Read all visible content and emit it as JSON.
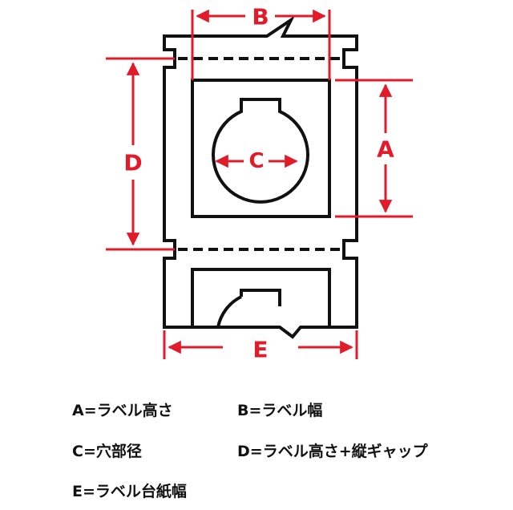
{
  "labels": {
    "b": "B",
    "a": "A",
    "c": "C",
    "d": "D",
    "e": "E"
  },
  "legend": [
    "A=ラベル高さ",
    "B=ラベル幅",
    "C=穴部径",
    "D=ラベル高さ+縦ギャップ",
    "E=ラベル台紙幅"
  ],
  "colors": {
    "outline": "#111111",
    "dimension": "#e11b2a"
  }
}
